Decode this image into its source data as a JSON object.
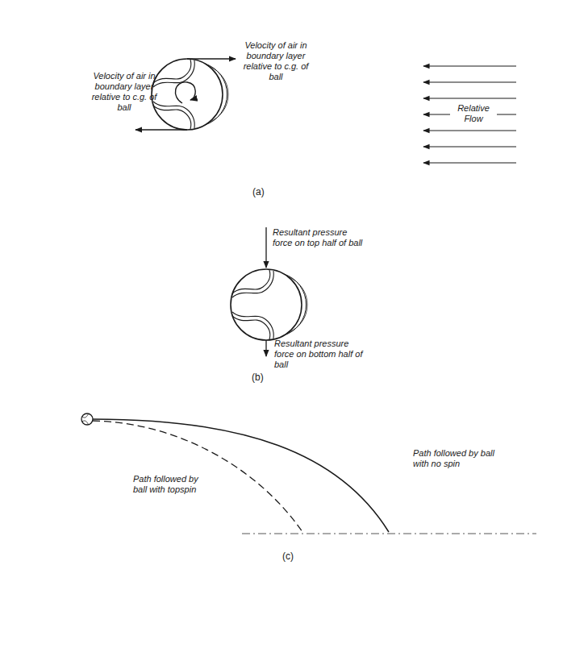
{
  "diagram": {
    "labels": [
      "Velocity of air in boundary layer relative to c.g. of ball",
      "Relative Flow",
      "Velocity of air in boundary layer relative to c.g. of ball",
      "(a)",
      "Resultant pressure force on top half of ball",
      "Resultant pressure force on bottom half of ball",
      "(b)",
      "Path followed by ball with no spin",
      "Path followed by ball with topspin",
      "(c)"
    ]
  }
}
